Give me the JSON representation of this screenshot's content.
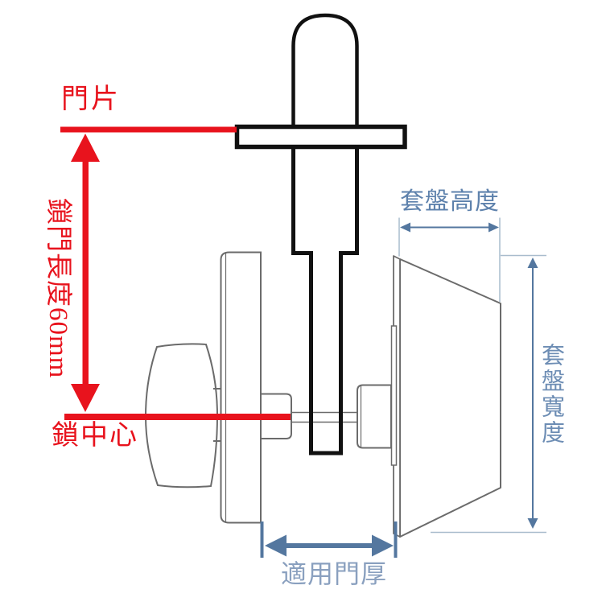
{
  "diagram": {
    "title": "door-lock dimension diagram",
    "labels": {
      "door_panel": "門片",
      "lock_length": "鎖門長度60mm",
      "lock_center": "鎖中心",
      "plate_height": "套盤高度",
      "plate_width": "套盤寬度",
      "door_thickness": "適用門厚"
    },
    "dimensions": {
      "lock_length_value": "60mm"
    },
    "colors": {
      "red": "#e8131d",
      "blue_arrow": "#54779f",
      "blue_text_dark": "#5d81ac",
      "blue_text_mid": "#6d8db4",
      "blue_text_light": "#8aa0bf",
      "extension_line": "#a9bccd",
      "outline_gray": "#6b6b6b",
      "outline_black": "#111111"
    }
  }
}
